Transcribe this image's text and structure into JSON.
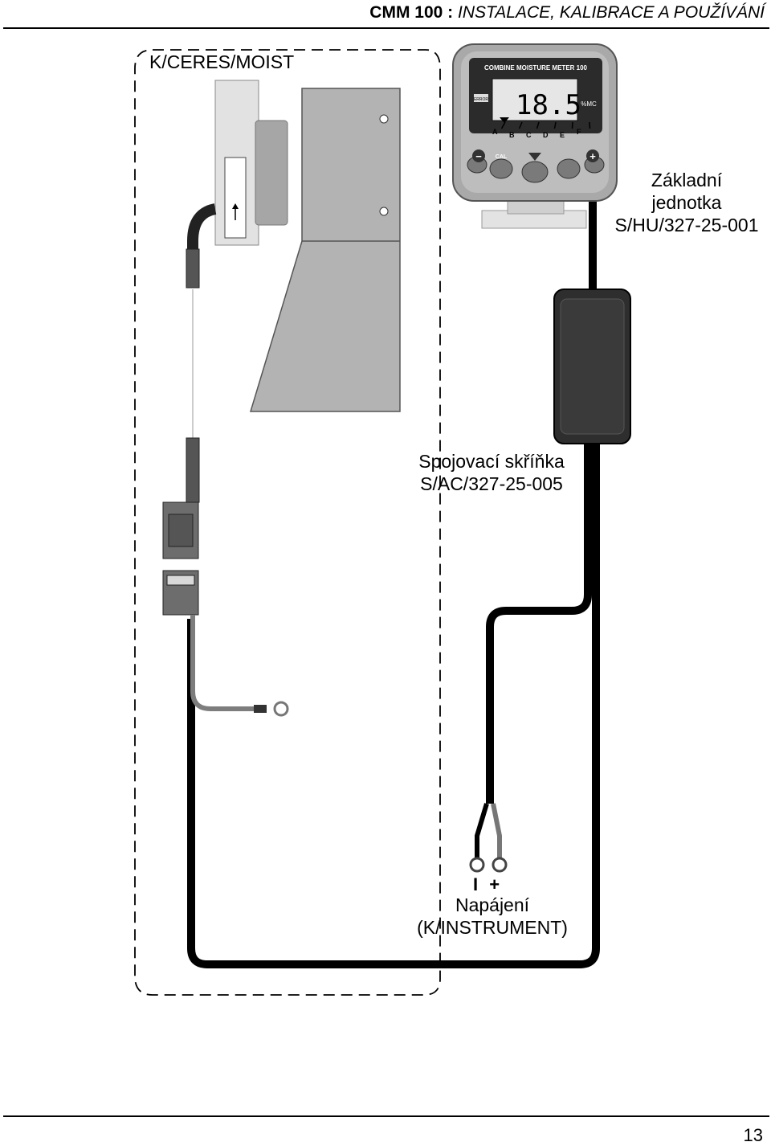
{
  "header": {
    "title_bold": "CMM 100 :",
    "title_italic": "INSTALACE, KALIBRACE  A POUŽÍVÁNÍ"
  },
  "kit_label": "K/CERES/MOIST",
  "meter": {
    "brand": "COMBINE MOISTURE METER 100",
    "reading": "18.5",
    "unit": "%MC",
    "left_tag": "ERROR",
    "letters": [
      "A",
      "B",
      "C",
      "D",
      "E",
      "F"
    ],
    "cal_label": "CAL",
    "minus": "−",
    "plus": "+"
  },
  "labels": {
    "base_unit_line1": "Základní",
    "base_unit_line2": "jednotka",
    "base_unit_line3": "S/HU/327-25-001",
    "junction_line1": "Spojovací skříňka",
    "junction_line2": "S/AC/327-25-005",
    "power_line1": "Napájení",
    "power_line2": "(K/INSTRUMENT)",
    "polarity": "I  +"
  },
  "page_number": "13"
}
